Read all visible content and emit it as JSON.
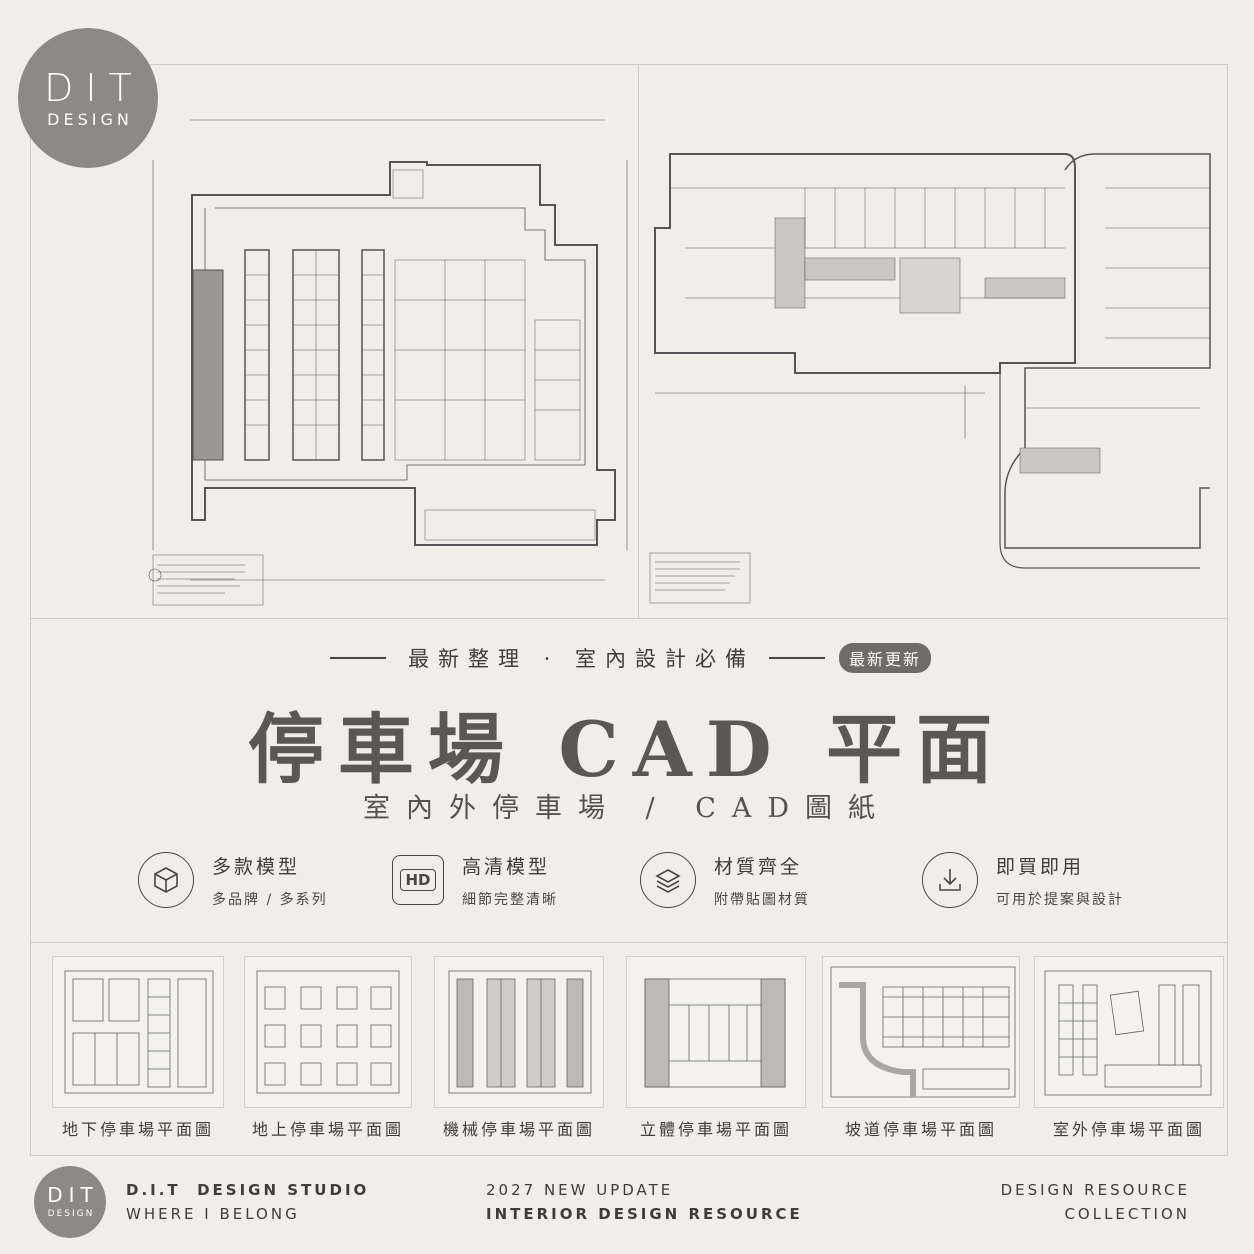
{
  "logo": {
    "top": "DIT",
    "bottom": "DESIGN"
  },
  "header": {
    "tagline": "最新整理 · 室內設計必備",
    "badge": "最新更新",
    "title": "停車場 CAD 平面",
    "subtitle": "室內外停車場 / CAD圖紙"
  },
  "features": [
    {
      "icon": "cube-icon",
      "title": "多款模型",
      "desc": "多品牌 / 多系列"
    },
    {
      "icon": "hd-icon",
      "icon_text": "HD",
      "title": "高清模型",
      "desc": "細節完整清晰"
    },
    {
      "icon": "layers-icon",
      "title": "材質齊全",
      "desc": "附帶貼圖材質"
    },
    {
      "icon": "download-icon",
      "title": "即買即用",
      "desc": "可用於提案與設計"
    }
  ],
  "thumbnails": [
    {
      "label": "地下停車場平面圖"
    },
    {
      "label": "地上停車場平面圖"
    },
    {
      "label": "機械停車場平面圖"
    },
    {
      "label": "立體停車場平面圖"
    },
    {
      "label": "坡道停車場平面圖"
    },
    {
      "label": "室外停車場平面圖"
    }
  ],
  "footer": {
    "logo_top": "DIT",
    "logo_bottom": "DESIGN",
    "studio_line1": "D.I.T  DESIGN STUDIO",
    "studio_line2": "WHERE I BELONG",
    "update_line1": "2027 NEW UPDATE",
    "update_line2": "INTERIOR DESIGN RESOURCE",
    "collection_line1": "DESIGN RESOURCE",
    "collection_line2": "COLLECTION"
  },
  "colors": {
    "background": "#f1eeea",
    "logo": "#8d8a86",
    "text": "#4a4743",
    "badge": "#6f6c68"
  }
}
